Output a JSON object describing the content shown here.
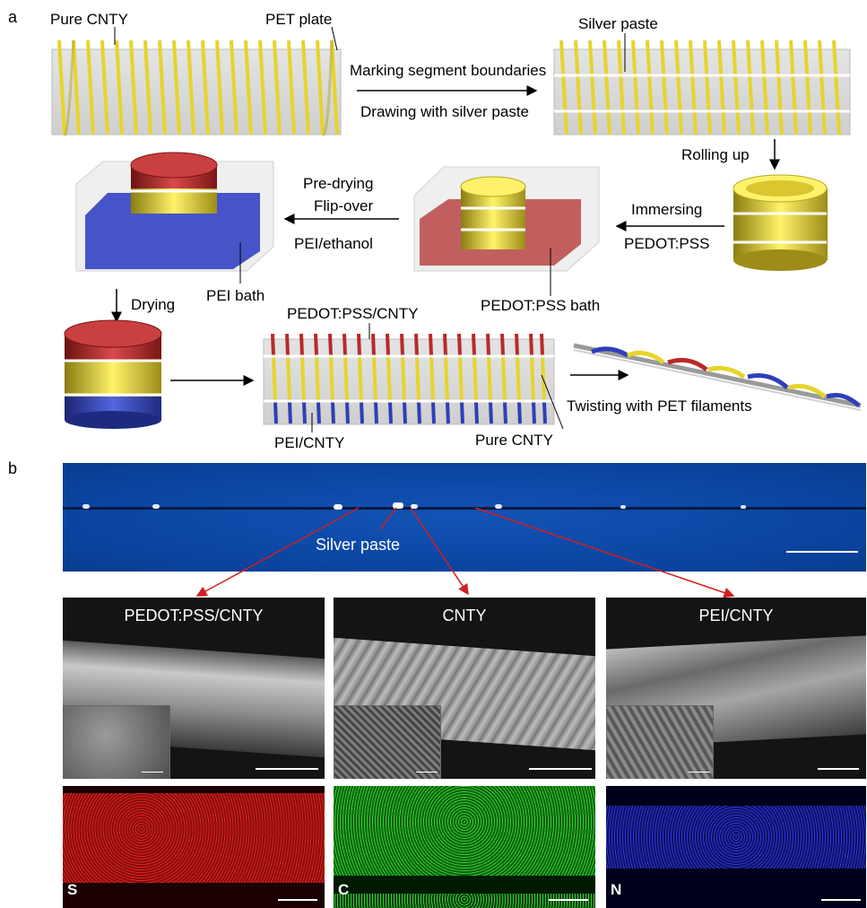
{
  "panel_a": {
    "letter": "a",
    "step1": {
      "pure_cnty": "Pure CNTY",
      "pet_plate": "PET plate"
    },
    "step1_to_2": {
      "above": "Marking segment boundaries",
      "below": "Drawing with silver paste"
    },
    "step2": {
      "silver_paste": "Silver paste"
    },
    "step2_to_3": {
      "label": "Rolling up"
    },
    "step3_to_4": {
      "above": "Immersing",
      "below": "PEDOT:PSS"
    },
    "step4": {
      "bath": "PEDOT:PSS bath"
    },
    "step4_to_5": {
      "line1": "Pre-drying",
      "line2": "Flip-over",
      "line3": "PEI/ethanol"
    },
    "step5": {
      "bath": "PEI bath"
    },
    "step5_to_6": {
      "label": "Drying"
    },
    "step7": {
      "top": "PEDOT:PSS/CNTY",
      "bottom": "PEI/CNTY",
      "middle": "Pure CNTY"
    },
    "step7_to_8": {
      "label": "Twisting with PET filaments"
    }
  },
  "panel_b": {
    "letter": "b",
    "optical": {
      "silver_paste": "Silver paste"
    },
    "sem": [
      {
        "title": "PEDOT:PSS/CNTY",
        "map_letter": "S",
        "map_color": "#e8231e"
      },
      {
        "title": "CNTY",
        "map_letter": "C",
        "map_color": "#2fd12f"
      },
      {
        "title": "PEI/CNTY",
        "map_letter": "N",
        "map_color": "#2a35d8"
      }
    ]
  },
  "colors": {
    "yellow": "#f2e33a",
    "red": "#b92a2a",
    "blue": "#2e3fb8",
    "arrow_red": "#d11f1f"
  }
}
